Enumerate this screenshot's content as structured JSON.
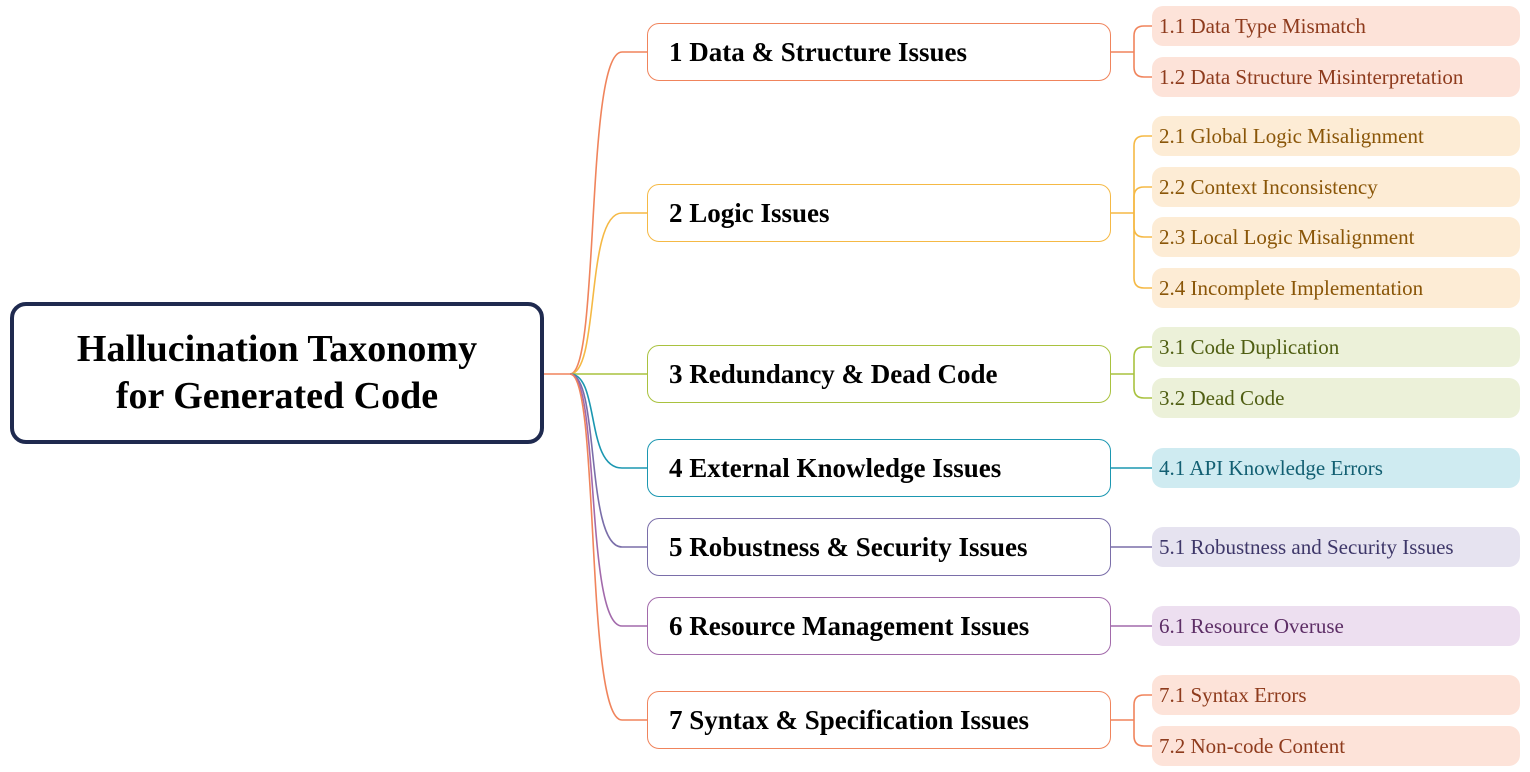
{
  "root": {
    "title": "Hallucination Taxonomy\nfor Generated Code"
  },
  "categories": [
    {
      "label": "1 Data & Structure Issues",
      "color": "#f0845c",
      "fill": "#fde3d9",
      "text_color": "#8e3b1d",
      "children": [
        "1.1 Data Type Mismatch",
        "1.2 Data Structure Misinterpretation"
      ]
    },
    {
      "label": "2 Logic Issues",
      "color": "#f5b945",
      "fill": "#fdecd5",
      "text_color": "#8a5608",
      "children": [
        "2.1 Global Logic Misalignment",
        "2.2 Context Inconsistency",
        "2.3 Local Logic Misalignment",
        "2.4 Incomplete Implementation"
      ]
    },
    {
      "label": "3 Redundancy & Dead Code",
      "color": "#a9c23f",
      "fill": "#ecf1d9",
      "text_color": "#4f5e12",
      "children": [
        "3.1 Code Duplication",
        "3.2 Dead Code"
      ]
    },
    {
      "label": "4 External Knowledge Issues",
      "color": "#1b97b1",
      "fill": "#cfebf1",
      "text_color": "#125f72",
      "children": [
        "4.1 API Knowledge Errors"
      ]
    },
    {
      "label": "5 Robustness & Security Issues",
      "color": "#7a6ea9",
      "fill": "#e6e3f0",
      "text_color": "#3e3769",
      "children": [
        "5.1 Robustness and Security Issues"
      ]
    },
    {
      "label": "6 Resource Management Issues",
      "color": "#a26aab",
      "fill": "#eddff0",
      "text_color": "#5d2e66",
      "children": [
        "6.1 Resource Overuse"
      ]
    },
    {
      "label": "7 Syntax & Specification Issues",
      "color": "#f0845c",
      "fill": "#fde3d9",
      "text_color": "#8e3b1d",
      "children": [
        "7.1 Syntax Errors",
        "7.2 Non-code Content"
      ]
    }
  ]
}
